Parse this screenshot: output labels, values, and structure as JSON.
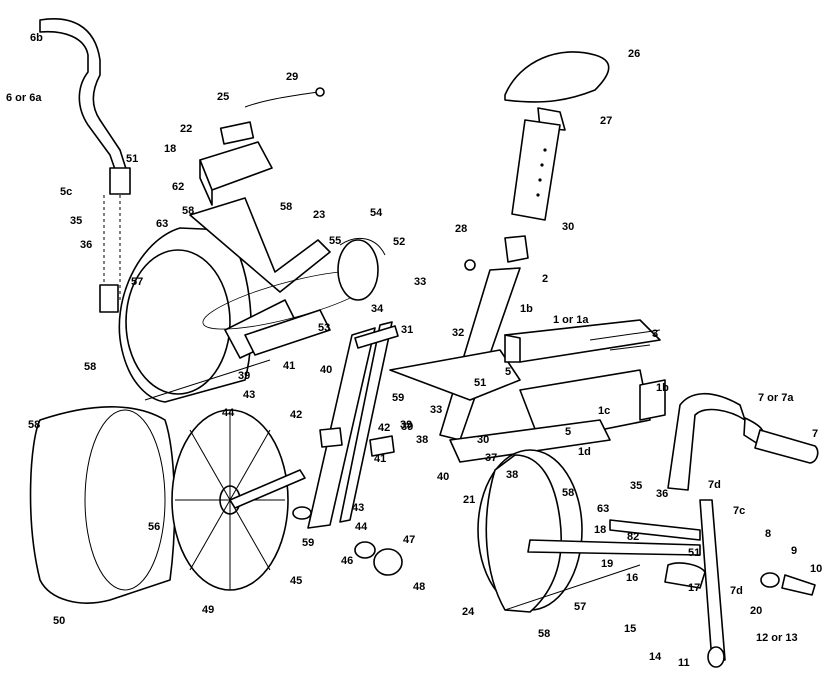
{
  "labels": [
    "6b",
    "6 or 6a",
    "51",
    "18",
    "62",
    "5c",
    "35",
    "36",
    "63",
    "57",
    "58",
    "22",
    "25",
    "29",
    "23",
    "54",
    "55",
    "52",
    "58",
    "53",
    "33",
    "34",
    "31",
    "32",
    "26",
    "27",
    "28",
    "30",
    "2",
    "1b",
    "1 or 1a",
    "3",
    "1b",
    "7 or 7a",
    "7",
    "58",
    "39",
    "41",
    "40",
    "43",
    "44",
    "42",
    "58",
    "59",
    "42",
    "39",
    "38",
    "33",
    "30",
    "51",
    "5",
    "5",
    "1c",
    "1d",
    "41",
    "39",
    "40",
    "37",
    "21",
    "38",
    "58",
    "44",
    "43",
    "35",
    "36",
    "7d",
    "7c",
    "8",
    "9",
    "10",
    "59",
    "46",
    "47",
    "45",
    "48",
    "56",
    "50",
    "49",
    "24",
    "63",
    "18",
    "82",
    "51",
    "19",
    "16",
    "17",
    "7d",
    "20",
    "57",
    "58",
    "15",
    "14",
    "11",
    "12 or 13"
  ]
}
